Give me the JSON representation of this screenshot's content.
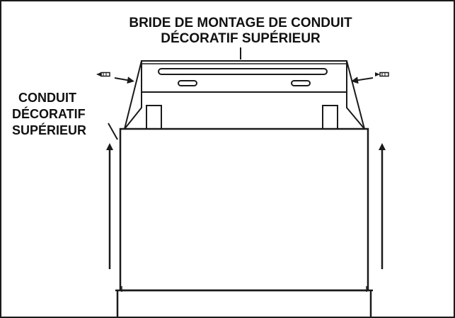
{
  "labels": {
    "flange_line1": "BRIDE DE MONTAGE DE CONDUIT",
    "flange_line2": "DÉCORATIF SUPÉRIEUR",
    "duct_line1": "CONDUIT",
    "duct_line2": "DÉCORATIF",
    "duct_line3": "SUPÉRIEUR"
  },
  "colors": {
    "stroke": "#1a1a1a",
    "fill": "#ffffff"
  },
  "icons": {
    "left_screw": "screw-icon",
    "right_screw": "screw-icon",
    "insert_arrows": "arrow-right-icon/arrow-left-icon",
    "lift_arrows": "arrow-up-icon"
  }
}
